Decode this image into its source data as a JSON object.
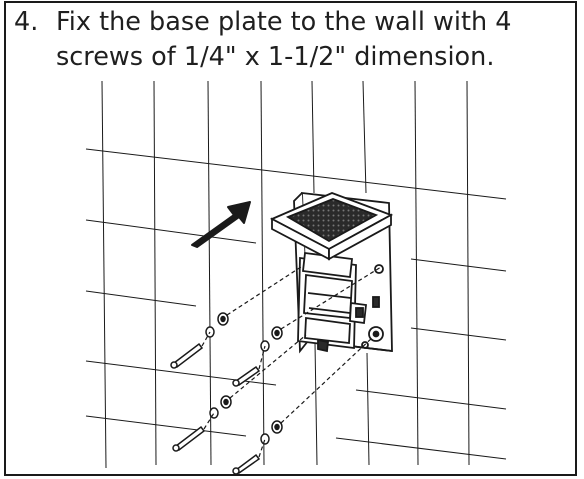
{
  "step": {
    "number": "4.",
    "text": "Fix the base plate to the wall with 4 screws of 1/4\" x 1-1/2\" dimension."
  },
  "illustration": {
    "name": "base-plate-wall-mounting-diagram",
    "direction_arrow": "up-right",
    "screw_count": 4
  },
  "colors": {
    "stroke": "#1a1a1a",
    "background": "#ffffff",
    "fill_dark": "#2a2a2a"
  }
}
